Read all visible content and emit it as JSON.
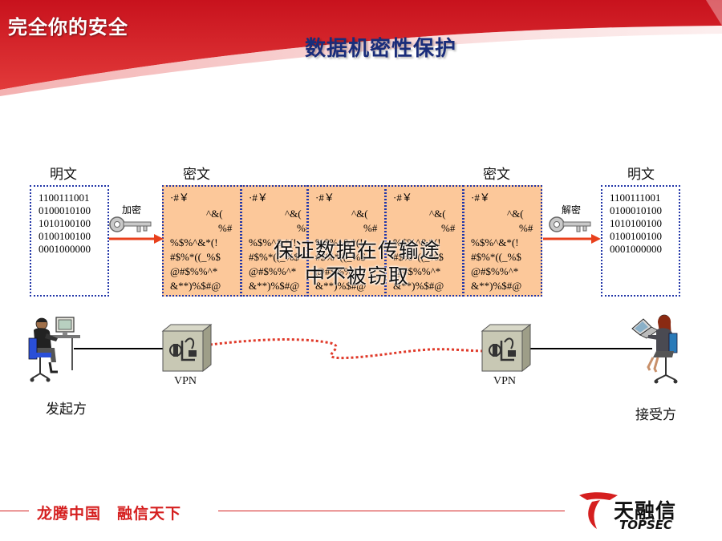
{
  "header": {
    "slogan": "完全你的安全",
    "title": "数据机密性保护"
  },
  "labels": {
    "plaintext_left": "明文",
    "ciphertext_left": "密文",
    "ciphertext_right": "密文",
    "plaintext_right": "明文",
    "encrypt": "加密",
    "decrypt": "解密",
    "vpn_left": "VPN",
    "vpn_right": "VPN",
    "sender": "发起方",
    "receiver": "接受方"
  },
  "plaintext_lines": [
    "1100111001",
    "0100010100",
    "1010100100",
    "0100100100",
    "0001000000"
  ],
  "cipher_lines": [
    "·#￥",
    "^&(",
    "%#",
    "%$%^&*(!",
    "#$%*((_%$",
    "@#$%%^*",
    "&**)%$#@"
  ],
  "overlay_text": [
    "保证数据在传输途",
    "中不被窃取"
  ],
  "footer": {
    "slogan": "龙腾中国　融信天下",
    "brand_cn": "天融信",
    "brand_en": "TOPSEC"
  },
  "colors": {
    "banner_red": "#d9202a",
    "title_blue": "#1a2d7a",
    "cipher_fill": "#fcc89a",
    "dotted_border": "#2236a8",
    "arrow_red": "#e8401c",
    "tunnel_red": "#e03a2a"
  }
}
